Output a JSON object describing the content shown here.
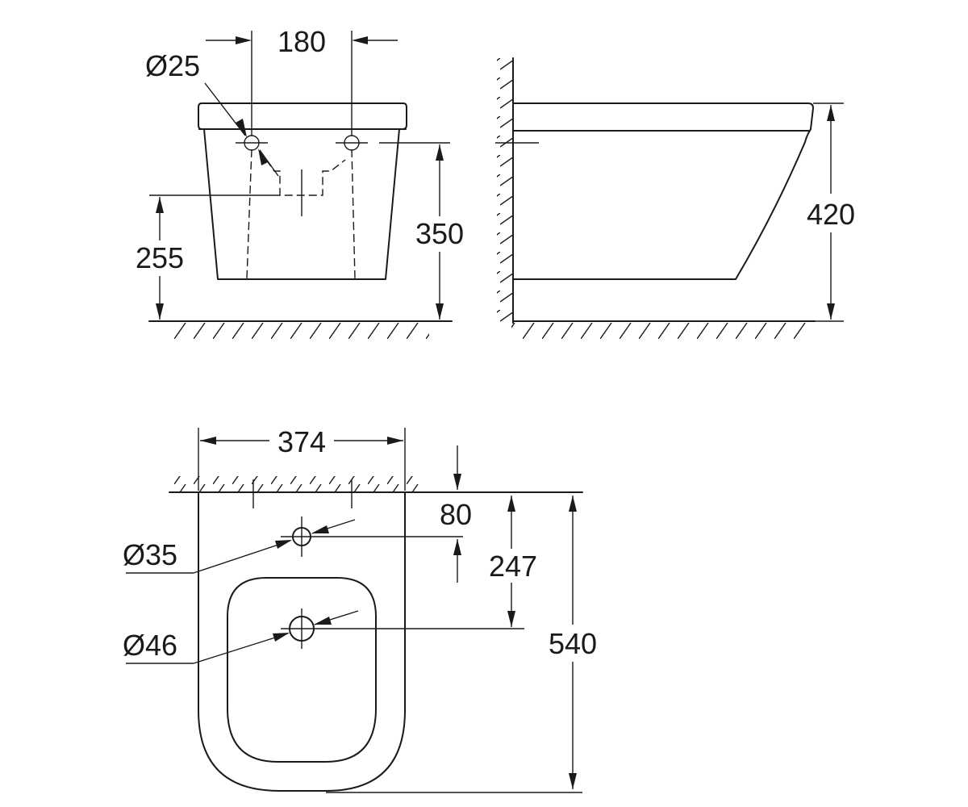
{
  "front_view": {
    "dim_width_holes": "180",
    "dim_hole_dia": "Ø25",
    "dim_height_outlet": "255",
    "dim_height_holes": "350"
  },
  "side_view": {
    "dim_total_height": "420"
  },
  "top_view": {
    "dim_width": "374",
    "dim_hole_offset": "80",
    "dim_tap_hole_dia": "Ø35",
    "dim_drain_dia": "Ø46",
    "dim_drain_offset": "247",
    "dim_length": "540"
  }
}
